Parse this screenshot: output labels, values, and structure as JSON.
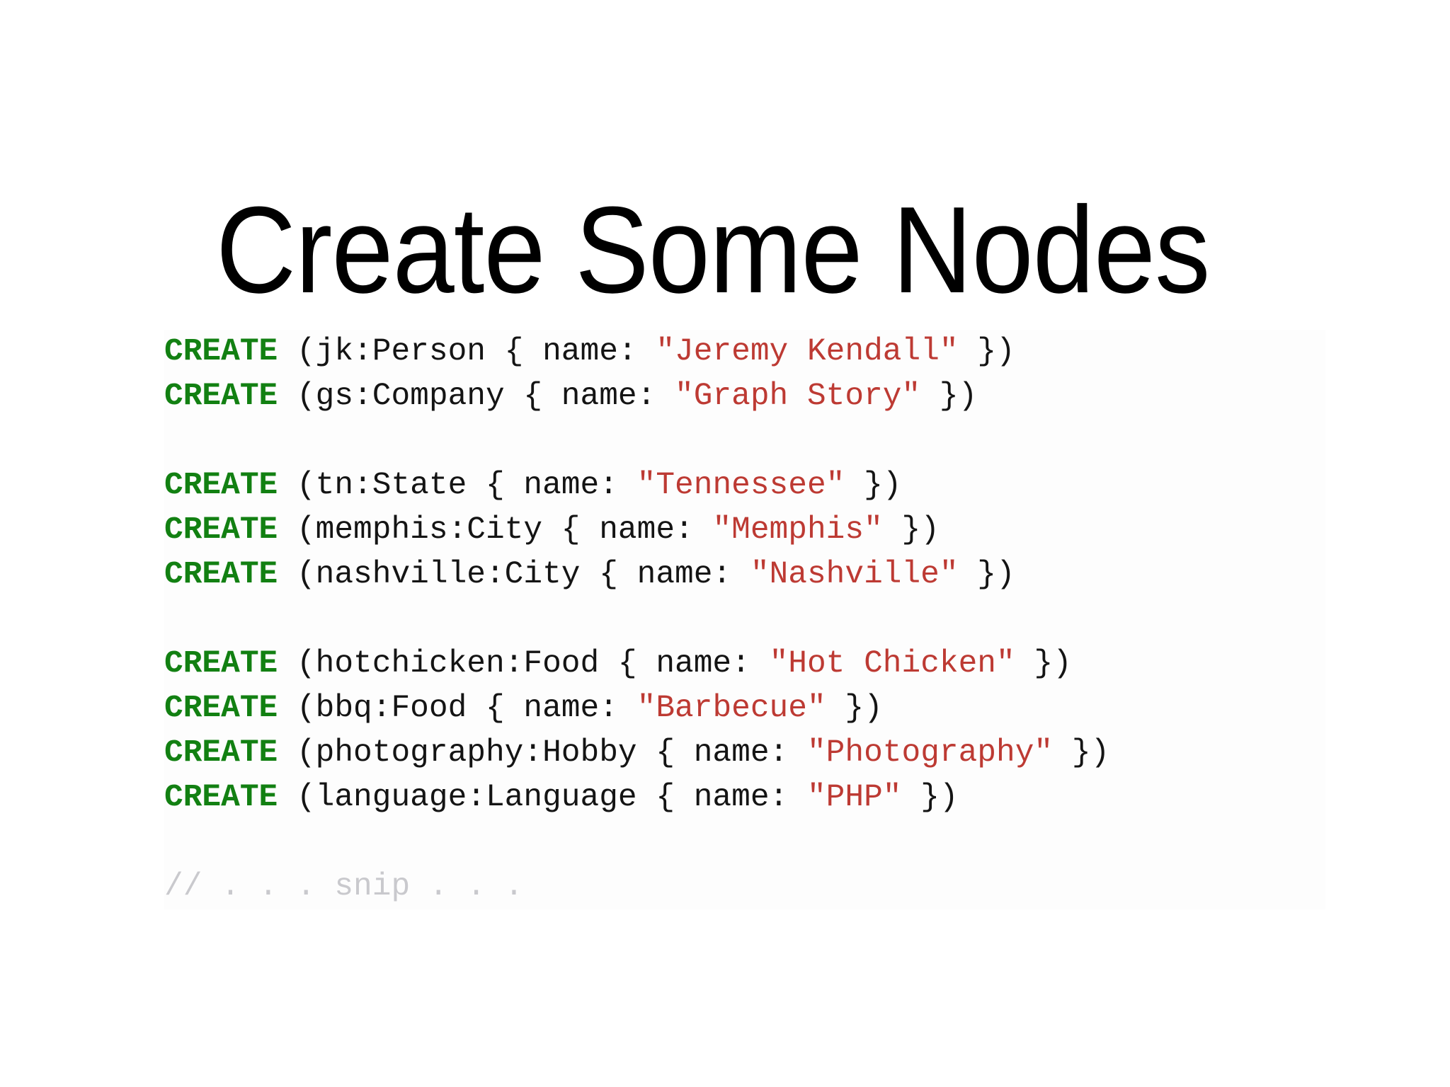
{
  "slide": {
    "title": "Create Some Nodes",
    "background_color": "#ffffff"
  },
  "theme": {
    "keyword_color": "#128012",
    "string_color": "#bd3a33",
    "plain_color": "#141414",
    "comment_color": "#c9c9cd",
    "code_background": "#fdfdfd"
  },
  "code": {
    "language": "cypher",
    "lines": [
      {
        "type": "statement",
        "keyword": "CREATE",
        "plain_before": " (jk:Person { name: ",
        "string": "\"Jeremy Kendall\"",
        "plain_after": " })",
        "variable": "jk",
        "label": "Person",
        "name_value": "Jeremy Kendall"
      },
      {
        "type": "statement",
        "keyword": "CREATE",
        "plain_before": " (gs:Company { name: ",
        "string": "\"Graph Story\"",
        "plain_after": " })",
        "variable": "gs",
        "label": "Company",
        "name_value": "Graph Story"
      },
      {
        "type": "blank"
      },
      {
        "type": "statement",
        "keyword": "CREATE",
        "plain_before": " (tn:State { name: ",
        "string": "\"Tennessee\"",
        "plain_after": " })",
        "variable": "tn",
        "label": "State",
        "name_value": "Tennessee"
      },
      {
        "type": "statement",
        "keyword": "CREATE",
        "plain_before": " (memphis:City { name: ",
        "string": "\"Memphis\"",
        "plain_after": " })",
        "variable": "memphis",
        "label": "City",
        "name_value": "Memphis"
      },
      {
        "type": "statement",
        "keyword": "CREATE",
        "plain_before": " (nashville:City { name: ",
        "string": "\"Nashville\"",
        "plain_after": " })",
        "variable": "nashville",
        "label": "City",
        "name_value": "Nashville"
      },
      {
        "type": "blank"
      },
      {
        "type": "statement",
        "keyword": "CREATE",
        "plain_before": " (hotchicken:Food { name: ",
        "string": "\"Hot Chicken\"",
        "plain_after": " })",
        "variable": "hotchicken",
        "label": "Food",
        "name_value": "Hot Chicken"
      },
      {
        "type": "statement",
        "keyword": "CREATE",
        "plain_before": " (bbq:Food { name: ",
        "string": "\"Barbecue\"",
        "plain_after": " })",
        "variable": "bbq",
        "label": "Food",
        "name_value": "Barbecue"
      },
      {
        "type": "statement",
        "keyword": "CREATE",
        "plain_before": " (photography:Hobby { name: ",
        "string": "\"Photography\"",
        "plain_after": " })",
        "variable": "photography",
        "label": "Hobby",
        "name_value": "Photography"
      },
      {
        "type": "statement",
        "keyword": "CREATE",
        "plain_before": " (language:Language { name: ",
        "string": "\"PHP\"",
        "plain_after": " })",
        "variable": "language",
        "label": "Language",
        "name_value": "PHP"
      },
      {
        "type": "blank"
      },
      {
        "type": "comment",
        "comment": "// . . . snip . . ."
      }
    ]
  }
}
